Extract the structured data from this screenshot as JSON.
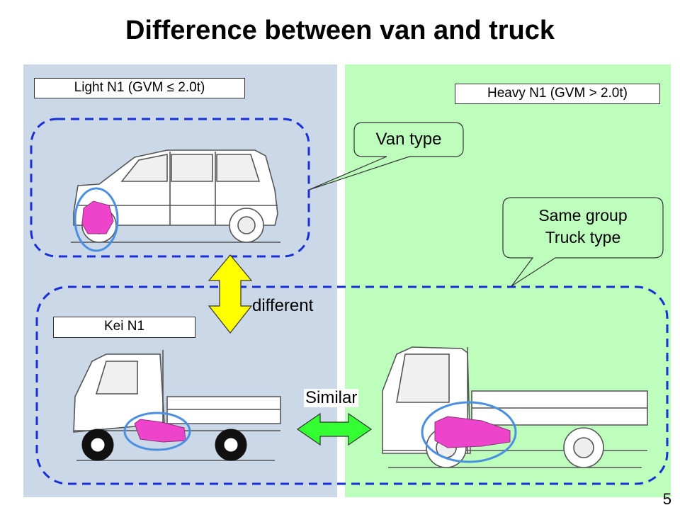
{
  "title": "Difference between van and truck",
  "labels": {
    "light_n1": "Light N1 (GVM ≤ 2.0t)",
    "heavy_n1": "Heavy N1 (GVM > 2.0t)",
    "kei_n1": "Kei N1"
  },
  "callouts": {
    "van_type": "Van type",
    "same_group_line1": "Same group",
    "same_group_line2": "Truck type"
  },
  "arrows": {
    "different": "different",
    "similar": "Similar"
  },
  "page_number": "5",
  "colors": {
    "left_panel": "#cad8e8",
    "right_panel": "#bdfebd",
    "dashed_border": "#1a2fd6",
    "ellipse": "#4a8fe0",
    "engine": "#ee44cc",
    "yellow_arrow": "#ffff00",
    "green_arrow": "#33ff33"
  }
}
